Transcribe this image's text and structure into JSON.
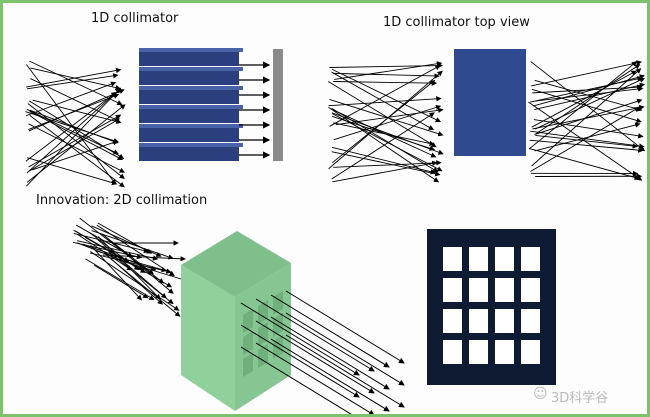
{
  "panels": {
    "top_left": {
      "title": "1D collimator"
    },
    "top_right": {
      "title": "1D collimator top view"
    },
    "bottom_left": {
      "title": "Innovation: 2D collimation"
    }
  },
  "watermark": {
    "text": "3D科学谷",
    "icon": "wechat-icon"
  },
  "colors": {
    "collimator_blue": "#2f4a8e",
    "screen_gray": "#8a8a8a",
    "cube_green": "#8fcf9a",
    "grid_dark": "#0f1b33",
    "border_green": "#7cc36b"
  }
}
